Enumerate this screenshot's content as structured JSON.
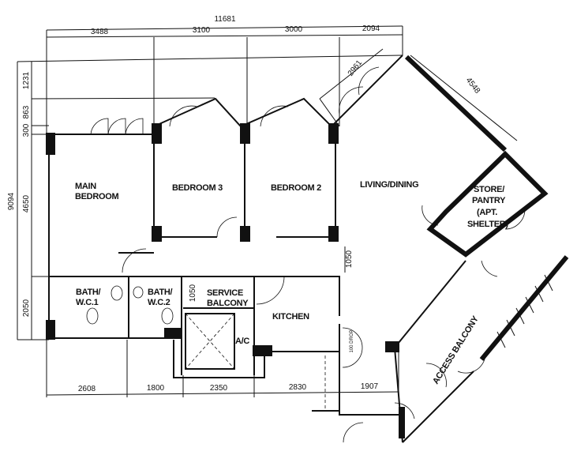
{
  "dimensions": {
    "overall_width": "11681",
    "top": [
      "3488",
      "3100",
      "3000",
      "2094"
    ],
    "bottom": [
      "2608",
      "1800",
      "2350",
      "2830",
      "1907"
    ],
    "left": [
      "1231",
      "863",
      "300",
      "4650",
      "2050"
    ],
    "overall_depth": "9094",
    "diagonal_living": "4548",
    "diagonal_window": "2961",
    "corridor": "1050",
    "service_balcony": "1050",
    "drop": "100 DROP"
  },
  "rooms": {
    "main_bedroom": [
      "MAIN",
      "BEDROOM"
    ],
    "bedroom_3": "BEDROOM 3",
    "bedroom_2": "BEDROOM 2",
    "living_dining": "LIVING/DINING",
    "store": [
      "STORE/",
      "PANTRY",
      "(APT.",
      "SHELTER)"
    ],
    "bath_1": [
      "BATH/",
      "W.C.1"
    ],
    "bath_2": [
      "BATH/",
      "W.C.2"
    ],
    "service_balcony": [
      "SERVICE",
      "BALCONY"
    ],
    "kitchen": "KITCHEN",
    "ac": "A/C",
    "access_balcony": "ACCESS BALCONY"
  }
}
